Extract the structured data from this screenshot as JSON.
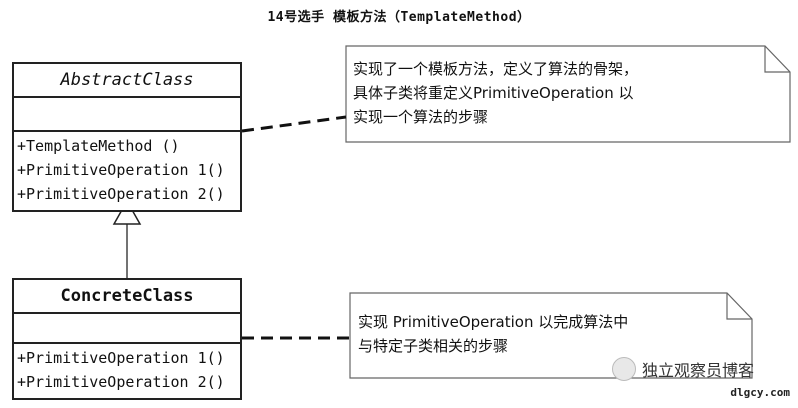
{
  "title": "14号选手 模板方法（TemplateMethod）",
  "abstract_class": {
    "name": "AbstractClass",
    "operations": [
      "+TemplateMethod ()",
      "+PrimitiveOperation 1()",
      "+PrimitiveOperation 2()"
    ]
  },
  "concrete_class": {
    "name": "ConcreteClass",
    "operations": [
      "+PrimitiveOperation 1()",
      "+PrimitiveOperation 2()"
    ]
  },
  "note1": {
    "lines": [
      "实现了一个模板方法，定义了算法的骨架，",
      "具体子类将重定义PrimitiveOperation 以",
      "实现一个算法的步骤"
    ]
  },
  "note2": {
    "lines": [
      "实现 PrimitiveOperation 以完成算法中",
      "与特定子类相关的步骤"
    ]
  },
  "watermark": {
    "text": "独立观察员博客",
    "site": "dlgcy.com"
  }
}
